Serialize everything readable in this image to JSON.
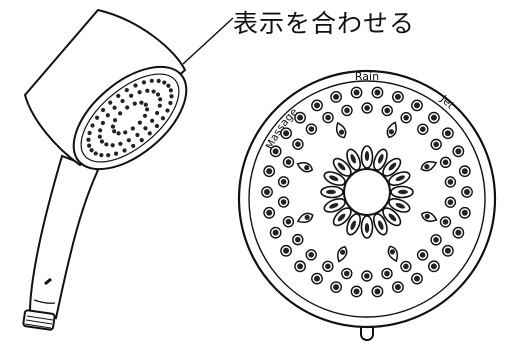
{
  "callout": {
    "text": "表示を合わせる"
  },
  "face_labels": {
    "top": "Rain",
    "left": "Massage",
    "right": "Jet"
  },
  "colors": {
    "line": "#111111",
    "fill": "#ffffff",
    "nozzle": "#222222"
  }
}
